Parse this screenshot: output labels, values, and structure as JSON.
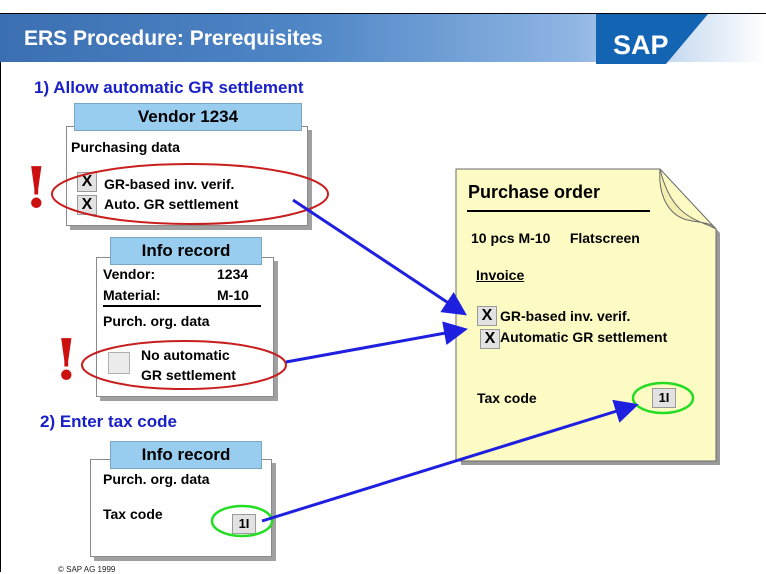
{
  "slide": {
    "title": "ERS Procedure: Prerequisites",
    "logo_text": "SAP",
    "copyright": "© SAP AG 1999"
  },
  "step1": {
    "heading": "1)  Allow automatic GR settlement"
  },
  "step2": {
    "heading": "2)  Enter tax code"
  },
  "vendor_panel": {
    "header": "Vendor 1234",
    "section": "Purchasing data",
    "items": [
      {
        "mark": "X",
        "label": "GR-based inv. verif."
      },
      {
        "mark": "X",
        "label": "Auto. GR settlement"
      }
    ]
  },
  "info_record_1": {
    "header": "Info record",
    "vendor_label": "Vendor:",
    "vendor_value": "1234",
    "material_label": "Material:",
    "material_value": "M-10",
    "section": "Purch. org. data",
    "option_line1": "No automatic",
    "option_line2": "GR settlement"
  },
  "info_record_2": {
    "header": "Info record",
    "section": "Purch. org. data",
    "tax_label": "Tax code",
    "tax_value": "1I"
  },
  "purchase_order": {
    "title": "Purchase order",
    "line_item": "10 pcs M-10     Flatscreen",
    "section": "Invoice",
    "items": [
      {
        "mark": "X",
        "label": "GR-based inv. verif."
      },
      {
        "mark": "X",
        "label": "Automatic GR settlement"
      }
    ],
    "tax_label": "Tax code",
    "tax_value": "1I"
  },
  "warnings": {
    "symbol": "!"
  },
  "colors": {
    "title_bar": "#3b6fb1",
    "heading_text": "#1a20c8",
    "panel_header": "#99cdef",
    "purchase_order_bg": "#fdfbc4",
    "red_ellipse": "#c81e1e",
    "green_ellipse": "#22dd22",
    "arrow": "#1f1fe0"
  }
}
